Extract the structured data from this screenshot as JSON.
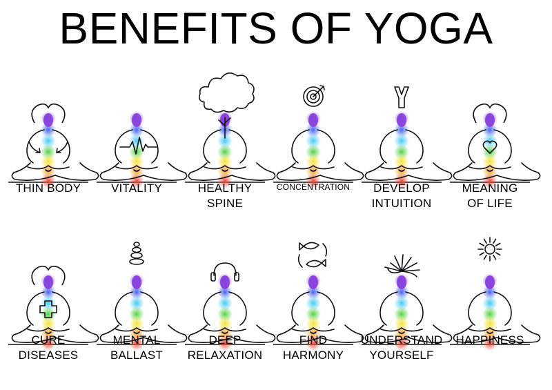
{
  "title": "BENEFITS OF YOGA",
  "chakra_colors": [
    "#7b2fd0",
    "#3a5cf0",
    "#3ec8f5",
    "#4fd040",
    "#f2e22c",
    "#f2a02a",
    "#e84a35"
  ],
  "rows": [
    [
      {
        "line1": "THIN BODY",
        "line2": "",
        "icon": "arrows-inward-icon",
        "emphasis": "hair"
      },
      {
        "line1": "VITALITY",
        "line2": "",
        "icon": "heartbeat-icon",
        "emphasis": "none"
      },
      {
        "line1": "HEALTHY",
        "line2": "SPINE",
        "icon": "tree-icon",
        "emphasis": "none"
      },
      {
        "line1": "CONCENTRATION",
        "line2": "",
        "icon": "target-icon",
        "emphasis": "none"
      },
      {
        "line1": "DEVELOP",
        "line2": "INTUITION",
        "icon": "y-symbol-icon",
        "emphasis": "none"
      },
      {
        "line1": "MEANING",
        "line2": "OF LIFE",
        "icon": "heart-icon",
        "emphasis": "hair"
      }
    ],
    [
      {
        "line1": "CURE",
        "line2": "DISEASES",
        "icon": "cross-icon",
        "emphasis": "hair"
      },
      {
        "line1": "MENTAL",
        "line2": "BALLAST",
        "icon": "stones-icon",
        "emphasis": "none"
      },
      {
        "line1": "DEEP",
        "line2": "RELAXATION",
        "icon": "headphones-icon",
        "emphasis": "none"
      },
      {
        "line1": "FIND",
        "line2": "HARMONY",
        "icon": "fish-icon",
        "emphasis": "none"
      },
      {
        "line1": "UNDERSTAND",
        "line2": "YOURSELF",
        "icon": "arrows-out-icon",
        "emphasis": "none"
      },
      {
        "line1": "HAPPINESS",
        "line2": "",
        "icon": "sun-icon",
        "emphasis": "none"
      }
    ]
  ]
}
